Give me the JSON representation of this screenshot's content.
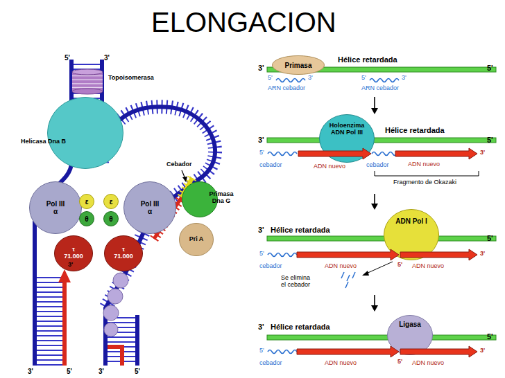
{
  "diagram": {
    "title": "ELONGACION",
    "nodes": [
      {
        "text": [
          "Topoisomerasa"
        ]
      },
      {
        "text": [
          "Helicasa Dna B"
        ]
      },
      {
        "text": [
          "Pol III",
          "α"
        ]
      },
      {
        "text": [
          "ε"
        ]
      },
      {
        "text": [
          "θ"
        ]
      },
      {
        "text": [
          "τ",
          "71.000"
        ]
      },
      {
        "text": [
          "Pol III",
          "α"
        ]
      },
      {
        "text": [
          "ε"
        ]
      },
      {
        "text": [
          "θ"
        ]
      },
      {
        "text": [
          "τ",
          "71.000"
        ]
      },
      {
        "text": [
          "Primasa Dna G"
        ]
      },
      {
        "text": [
          "Pri A"
        ]
      },
      {
        "text": [
          "Primasa"
        ]
      },
      {
        "text": [
          "Holoenzima ADN Pol III"
        ]
      },
      {
        "text": [
          "ADN Pol I"
        ]
      },
      {
        "text": [
          "Ligasa"
        ]
      }
    ],
    "labels": [
      "5'",
      "3'",
      "Cebador",
      "3'",
      "3'",
      "5'",
      "3'",
      "5'",
      "3'",
      "Hélice retardada",
      "5'",
      "5'",
      "3'",
      "ARN cebador",
      "5'",
      "3'",
      "ARN cebador",
      "3'",
      "Hélice retardada",
      "5'",
      "5'",
      "cebador",
      "ADN nuevo",
      "cebador",
      "ADN nuevo",
      "3'",
      "Fragmento de Okazaki",
      "3'",
      "Hélice retardada",
      "5'",
      "5'",
      "cebador",
      "ADN nuevo",
      "5'",
      "ADN nuevo",
      "3'",
      "Se elimina el cebador",
      "3'",
      "Hélice retardada",
      "5'",
      "5'",
      "cebador",
      "ADN nuevo",
      "5'",
      "ADN nuevo",
      "3'"
    ]
  }
}
